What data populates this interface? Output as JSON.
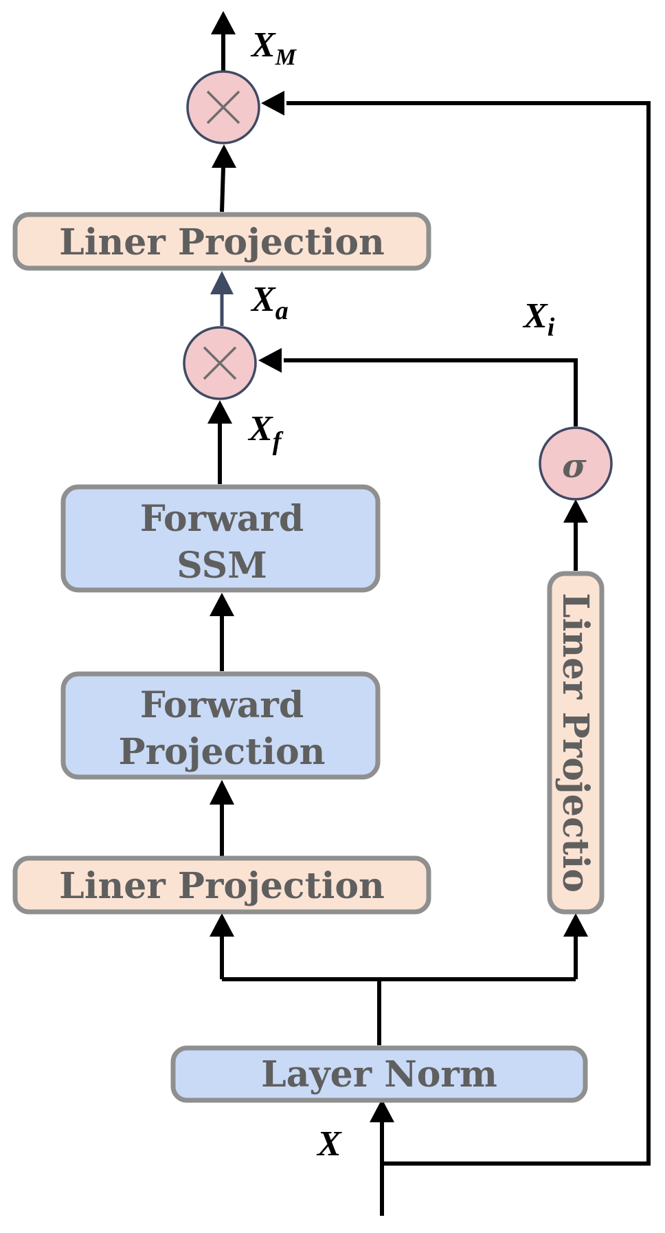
{
  "blocks": {
    "liner_projection_top": "Liner Projection",
    "forward_ssm_line1": "Forward",
    "forward_ssm_line2": "SSM",
    "forward_projection_line1": "Forward",
    "forward_projection_line2": "Projection",
    "liner_projection_bottom": "Liner Projection",
    "liner_projection_side": "Liner Projectio",
    "layer_norm": "Layer Norm"
  },
  "operators": {
    "sigma": "σ"
  },
  "variables": {
    "x_m_base": "X",
    "x_m_sub": "M",
    "x_a_base": "X",
    "x_a_sub": "a",
    "x_i_base": "X",
    "x_i_sub": "i",
    "x_f_base": "X",
    "x_f_sub": "f",
    "x_input": "X"
  },
  "colors": {
    "peach_block": "#fbe3d4",
    "blue_block": "#c9daf6",
    "operator_fill": "#f3c9cb",
    "block_border": "#8f8f8f",
    "text_gray": "#5f5f5f"
  }
}
